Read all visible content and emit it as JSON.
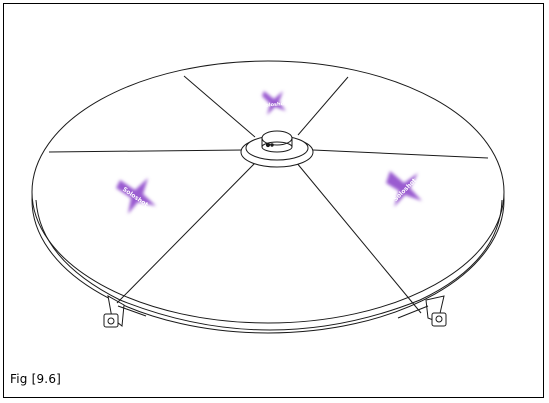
{
  "figure": {
    "caption": "Fig [9.6]",
    "illustration_icon": "turntable-platform-icon",
    "floor_marker_icon": "star-floor-marker-icon",
    "controller_icon": "center-hub-controller-icon",
    "caster_icon": "caster-wheel-icon",
    "marker_color": "#9a5bd0",
    "line_color": "#1a1a1a"
  },
  "markers": [
    {
      "label": "Soloshot"
    },
    {
      "label": "Soloshot"
    },
    {
      "label": "Soloshot"
    }
  ]
}
